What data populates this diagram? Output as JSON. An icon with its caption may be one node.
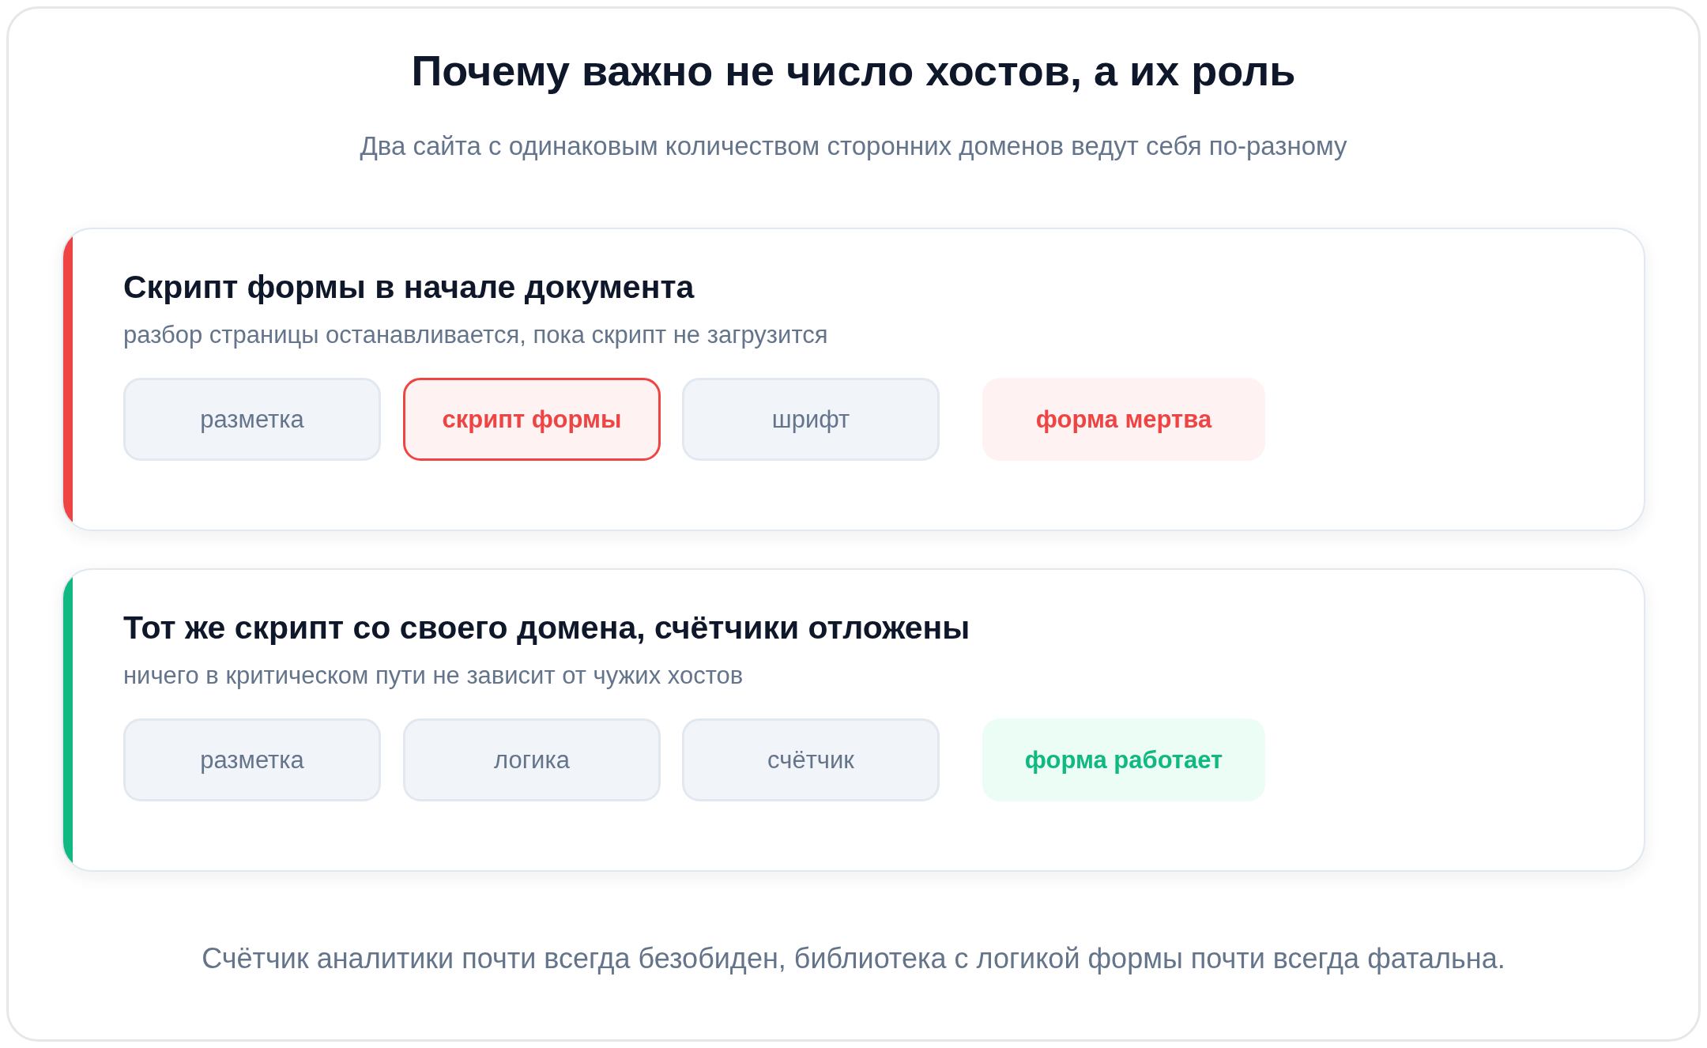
{
  "diagram": {
    "title": "Почему важно не число хостов, а их роль",
    "nodes": [
      {
        "text": [
          "Скрипт формы в начале документа",
          "разбор страницы останавливается, пока скрипт не загрузится"
        ]
      },
      {
        "text": [
          "разметка"
        ],
        "in": 0
      },
      {
        "text": [
          "скрипт формы"
        ],
        "in": 0
      },
      {
        "text": [
          "шрифт"
        ],
        "in": 0
      },
      {
        "text": [
          "форма мертва"
        ],
        "in": 0
      },
      {
        "text": [
          "Тот же скрипт со своего домена, счётчики отложены",
          "ничего в критическом пути не зависит от чужих хостов"
        ]
      },
      {
        "text": [
          "разметка"
        ],
        "in": 5
      },
      {
        "text": [
          "логика"
        ],
        "in": 5
      },
      {
        "text": [
          "счётчик"
        ],
        "in": 5
      },
      {
        "text": [
          "форма работает"
        ],
        "in": 5
      }
    ],
    "labels": [
      "Два сайта с одинаковым количеством сторонних доменов ведут себя по-разному"
    ],
    "caption": "Счётчик аналитики почти всегда безобиден, библиотека с логикой формы почти всегда фатальна."
  }
}
